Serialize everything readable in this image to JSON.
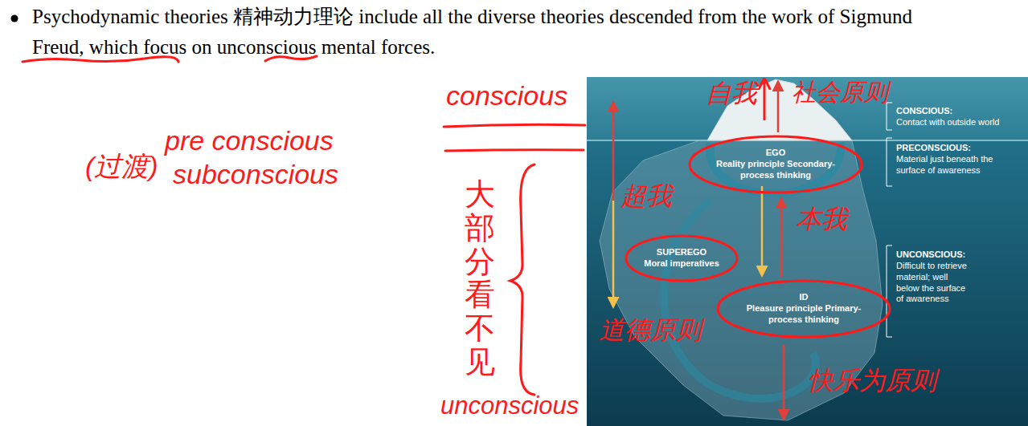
{
  "diagram": {
    "title": "Psychodynamic theories 精神动力理论 include all the diverse theories descended from the work of Sigmund Freud, which focus on unconscious mental forces.",
    "nodes": [
      {
        "text": [
          "EGO",
          "Reality principle Secondary-process thinking"
        ]
      },
      {
        "text": [
          "SUPEREGO",
          "Moral imperatives"
        ]
      },
      {
        "text": [
          "ID",
          "Pleasure principle Primary-process thinking"
        ]
      }
    ],
    "labels": [
      "conscious",
      "自我",
      "社会原则",
      "CONSCIOUS:",
      "Contact with outside world",
      "(过渡)",
      "pre conscious",
      "subconscious",
      "PRECONSCIOUS:",
      "Material just beneath the surface of awareness",
      "超我",
      "大部分看不见",
      "本我",
      "UNCONSCIOUS:",
      "Difficult to retrieve material; well below the surface of awareness",
      "道德原则",
      "快乐为原则",
      "unconscious"
    ]
  }
}
